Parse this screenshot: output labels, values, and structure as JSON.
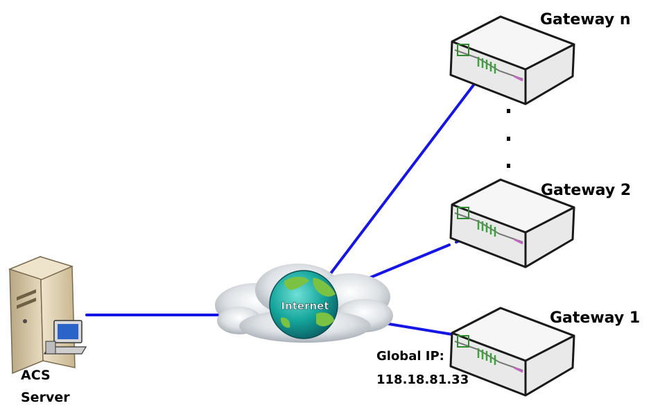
{
  "labels": {
    "gateway_n": "Gateway n",
    "gateway_2": "Gateway 2",
    "gateway_1": "Gateway 1",
    "acs_line1": "ACS",
    "acs_line2": "Server",
    "global_ip_label": "Global IP:",
    "global_ip_value": "118.18.81.33",
    "internet": "Internet"
  },
  "colors": {
    "link": "#1515e6",
    "cloud": "#c7cdd3",
    "globe_ocean": "#15a9a0",
    "globe_land": "#7bc142",
    "gateway_body": "#e9e9e9",
    "gateway_edge": "#1a1a1a",
    "server_body": "#d7c7a3"
  },
  "icons": [
    "server-icon",
    "cloud-icon",
    "globe-icon",
    "gateway-icon"
  ]
}
